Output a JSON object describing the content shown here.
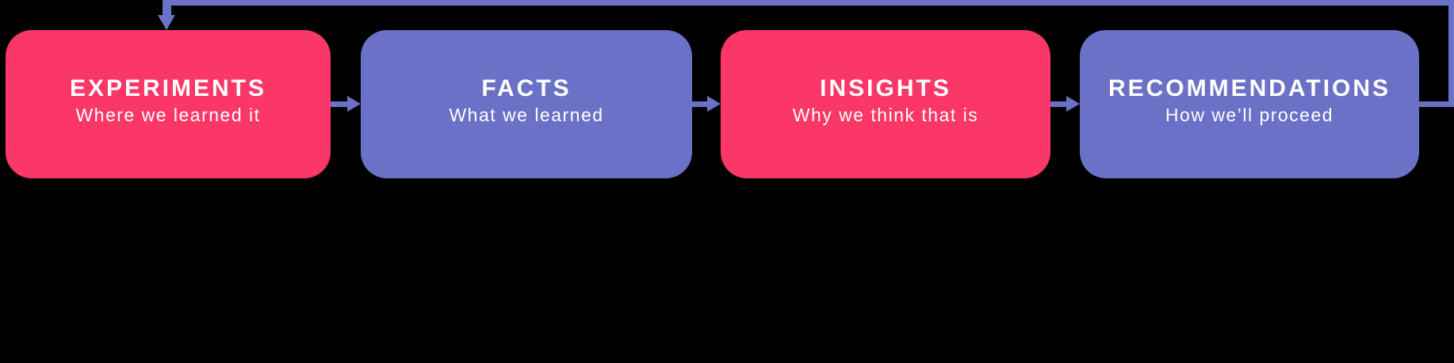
{
  "diagram": {
    "colors": {
      "background": "#000000",
      "pink": "#FA3767",
      "purple": "#6A71C6",
      "connector": "#6A71C6",
      "text": "#FFFFFF"
    },
    "boxes": [
      {
        "id": "experiments",
        "title": "EXPERIMENTS",
        "subtitle": "Where we learned it",
        "color": "pink"
      },
      {
        "id": "facts",
        "title": "FACTS",
        "subtitle": "What we learned",
        "color": "purple"
      },
      {
        "id": "insights",
        "title": "INSIGHTS",
        "subtitle": "Why we think that is",
        "color": "pink"
      },
      {
        "id": "recommendations",
        "title": "RECOMMENDATIONS",
        "subtitle": "How we’ll proceed",
        "color": "purple"
      }
    ],
    "connectors": [
      {
        "from": "experiments",
        "to": "facts",
        "type": "arrow-right"
      },
      {
        "from": "facts",
        "to": "insights",
        "type": "arrow-right"
      },
      {
        "from": "insights",
        "to": "recommendations",
        "type": "arrow-right"
      },
      {
        "from": "recommendations",
        "to": "experiments",
        "type": "feedback-loop"
      }
    ]
  }
}
